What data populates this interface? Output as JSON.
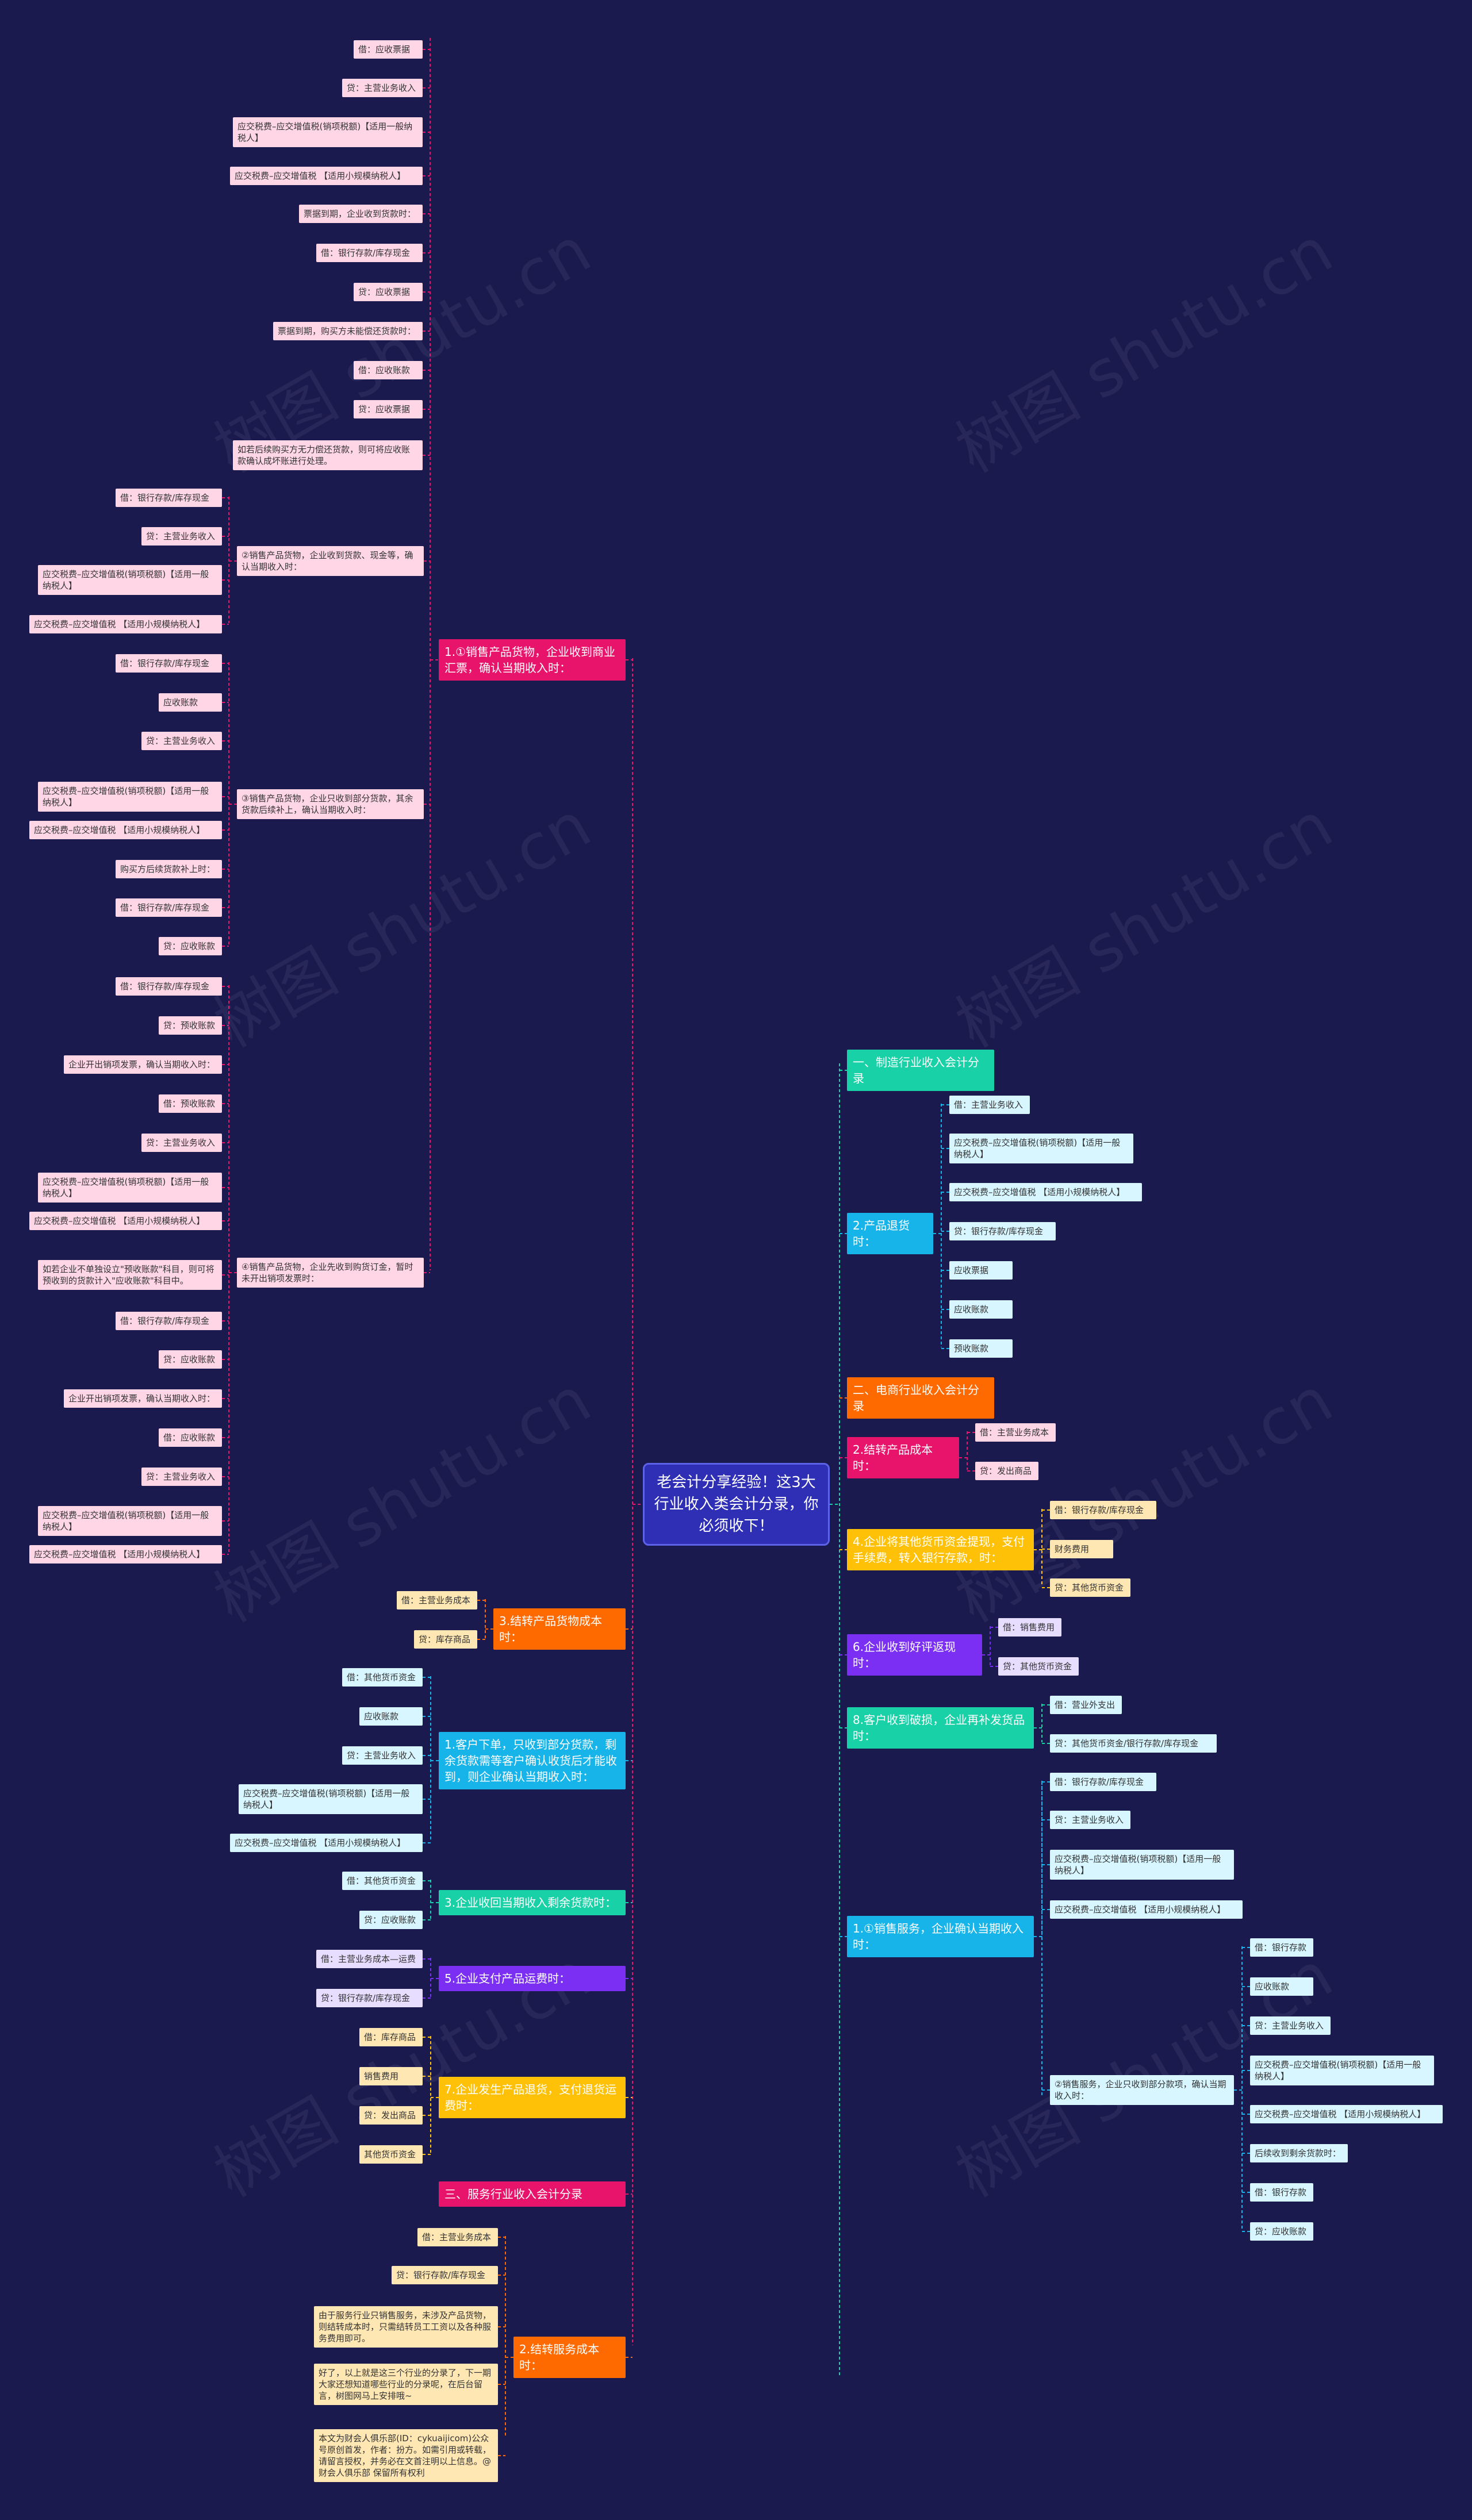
{
  "root": "老会计分享经验！这3大行业收入类会计分录，你必须收下！",
  "watermark": "树图 shutu.cn",
  "colors": {
    "pink": "#ffd6e6",
    "cyan": "#d7f6ff",
    "yellow": "#ffe7b3",
    "lavender": "#e6ddff"
  },
  "left": {
    "b1": {
      "label": "1.①销售产品货物，企业收到商业汇票，确认当期收入时：",
      "items": [
        "借：应收票据",
        "贷：主营业务收入",
        "应交税费–应交增值税(销项税额)【适用一般纳税人】",
        "应交税费–应交增值税 【适用小规模纳税人】",
        "票据到期，企业收到货款时：",
        "借：银行存款/库存现金",
        "贷：应收票据",
        "票据到期，购买方未能偿还货款时：",
        "借：应收账款",
        "贷：应收票据",
        "如若后续购买方无力偿还货款，则可将应收账款确认成坏账进行处理。"
      ]
    },
    "b2": {
      "label": "②销售产品货物，企业收到货款、现金等，确认当期收入时：",
      "items": [
        "借：银行存款/库存现金",
        "贷：主营业务收入",
        "应交税费–应交增值税(销项税额)【适用一般纳税人】",
        "应交税费–应交增值税 【适用小规模纳税人】"
      ]
    },
    "b3": {
      "label": "③销售产品货物，企业只收到部分货款，其余货款后续补上，确认当期收入时：",
      "items": [
        "借：银行存款/库存现金",
        "应收账款",
        "贷：主营业务收入",
        "应交税费–应交增值税(销项税额)【适用一般纳税人】",
        "应交税费–应交增值税 【适用小规模纳税人】",
        "购买方后续货款补上时：",
        "借：银行存款/库存现金",
        "贷：应收账款"
      ]
    },
    "b4": {
      "label": "④销售产品货物，企业先收到购货订金，暂时未开出销项发票时：",
      "items": [
        "借：银行存款/库存现金",
        "贷：预收账款",
        "企业开出销项发票，确认当期收入时：",
        "借：预收账款",
        "贷：主营业务收入",
        "应交税费–应交增值税(销项税额)【适用一般纳税人】",
        "应交税费–应交增值税 【适用小规模纳税人】",
        "如若企业不单独设立\"预收账款\"科目，则可将预收到的货款计入\"应收账款\"科目中。",
        "借：银行存款/库存现金",
        "贷：应收账款",
        "企业开出销项发票，确认当期收入时：",
        "借：应收账款",
        "贷：主营业务收入",
        "应交税费–应交增值税(销项税额)【适用一般纳税人】",
        "应交税费–应交增值税 【适用小规模纳税人】"
      ]
    },
    "b5": {
      "label": "3.结转产品货物成本时：",
      "items": [
        "借：主营业务成本",
        "贷：库存商品"
      ]
    },
    "b6": {
      "label": "1.客户下单，只收到部分货款，剩余货款需等客户确认收货后才能收到，则企业确认当期收入时：",
      "items": [
        "借：其他货币资金",
        "应收账款",
        "贷：主营业务收入",
        "应交税费–应交增值税(销项税额)【适用一般纳税人】",
        "应交税费–应交增值税 【适用小规模纳税人】"
      ]
    },
    "b7": {
      "label": "3.企业收回当期收入剩余货款时：",
      "items": [
        "借：其他货币资金",
        "贷：应收账款"
      ]
    },
    "b8": {
      "label": "5.企业支付产品运费时：",
      "items": [
        "借：主营业务成本—运费",
        "贷：银行存款/库存现金"
      ]
    },
    "b9": {
      "label": "7.企业发生产品退货，支付退货运费时：",
      "items": [
        "借：库存商品",
        "销售费用",
        "贷：发出商品",
        "其他货币资金"
      ]
    },
    "b10": {
      "label": "三、服务行业收入会计分录"
    },
    "b11": {
      "label": "2.结转服务成本时：",
      "items": [
        "借：主营业务成本",
        "贷：银行存款/库存现金",
        "由于服务行业只销售服务，未涉及产品货物，则结转成本时，只需结转员工工资以及各种服务费用即可。",
        "好了，以上就是这三个行业的分录了，下一期大家还想知道哪些行业的分录呢，在后台留言，树图网马上安排哦~",
        "本文为财会人俱乐部(ID：cykuaijicom)公众号原创首发，作者：扮方。如需引用或转载，请留言授权，并务必在文首注明以上信息。@财会人俱乐部 保留所有权利"
      ]
    }
  },
  "right": {
    "r1": {
      "label": "一、制造行业收入会计分录"
    },
    "r2": {
      "label": "2.产品退货时：",
      "items": [
        "借：主营业务收入",
        "应交税费–应交增值税(销项税额)【适用一般纳税人】",
        "应交税费–应交增值税 【适用小规模纳税人】",
        "贷：银行存款/库存现金",
        "应收票据",
        "应收账款",
        "预收账款"
      ]
    },
    "r3": {
      "label": "二、电商行业收入会计分录"
    },
    "r4": {
      "label": "2.结转产品成本时：",
      "items": [
        "借：主营业务成本",
        "贷：发出商品"
      ]
    },
    "r5": {
      "label": "4.企业将其他货币资金提现，支付手续费，转入银行存款，时：",
      "items": [
        "借：银行存款/库存现金",
        "财务费用",
        "贷：其他货币资金"
      ]
    },
    "r6": {
      "label": "6.企业收到好评返现时：",
      "items": [
        "借：销售费用",
        "贷：其他货币资金"
      ]
    },
    "r7": {
      "label": "8.客户收到破损，企业再补发货品时：",
      "items": [
        "借：营业外支出",
        "贷：其他货币资金/银行存款/库存现金"
      ]
    },
    "r8": {
      "label": "1.①销售服务，企业确认当期收入时：",
      "items": [
        "借：银行存款/库存现金",
        "贷：主营业务收入",
        "应交税费–应交增值税(销项税额)【适用一般纳税人】",
        "应交税费–应交增值税 【适用小规模纳税人】"
      ]
    },
    "r9": {
      "label": "②销售服务，企业只收到部分款项，确认当期收入时：",
      "items": [
        "借：银行存款",
        "应收账款",
        "贷：主营业务收入",
        "应交税费–应交增值税(销项税额)【适用一般纳税人】",
        "应交税费–应交增值税 【适用小规模纳税人】",
        "后续收到剩余货款时：",
        "借：银行存款",
        "贷：应收账款"
      ]
    }
  }
}
